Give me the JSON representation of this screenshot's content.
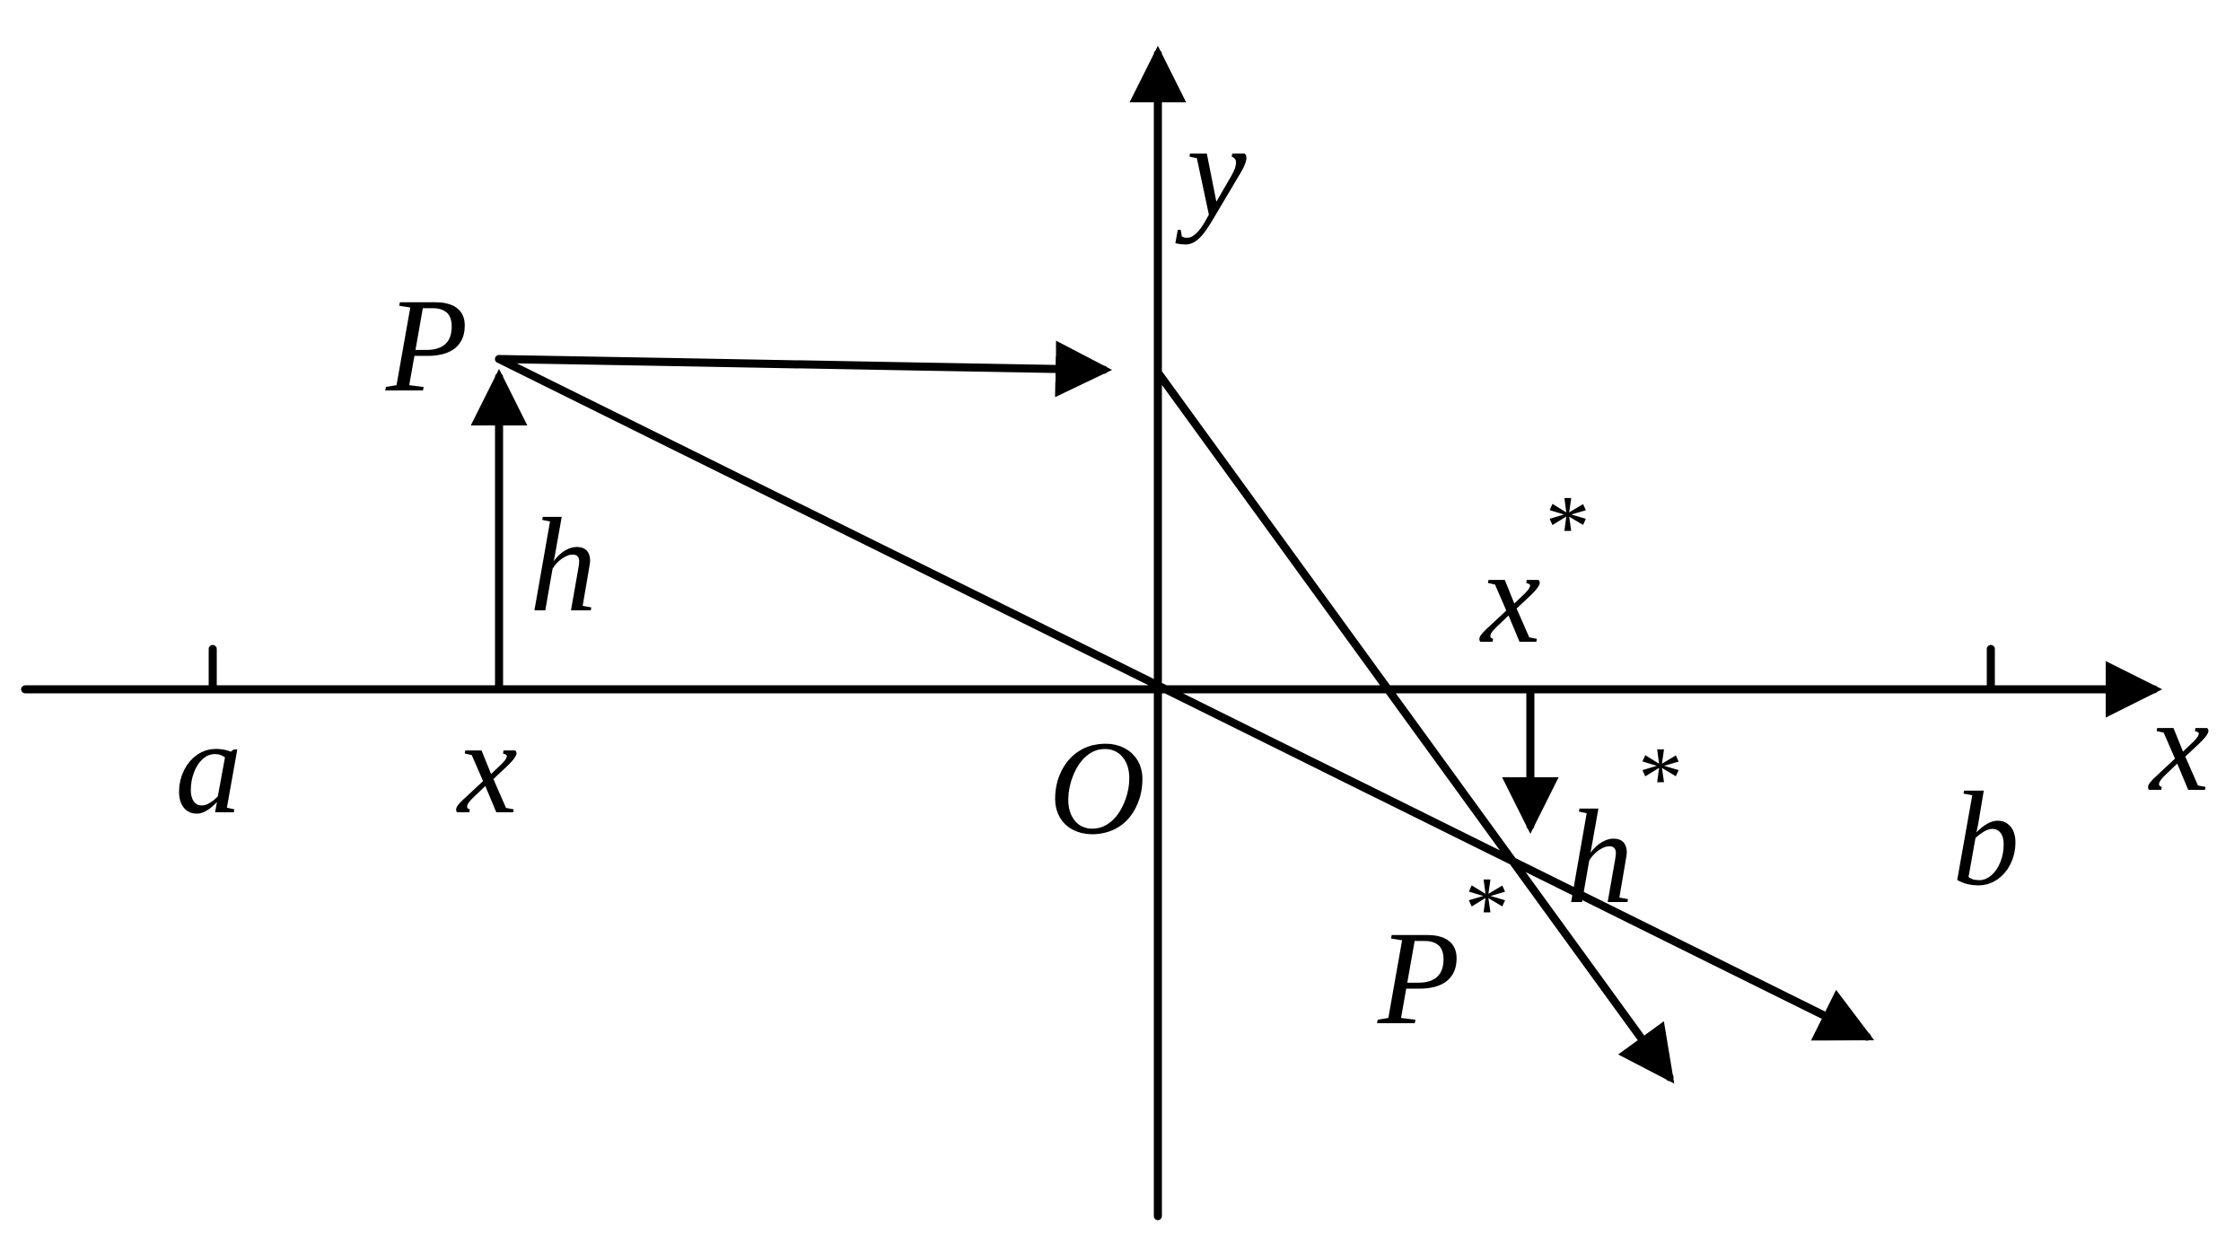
{
  "labels": {
    "y_axis": "y",
    "x_axis": "x",
    "origin": "O",
    "a": "a",
    "b": "b",
    "x": "x",
    "P": "P",
    "h": "h",
    "x_star": "x",
    "x_star_sup": "*",
    "h_star": "h",
    "h_star_sup": "*",
    "P_star": "P",
    "P_star_sup": "*"
  },
  "colors": {
    "stroke": "#000000",
    "background": "#ffffff"
  }
}
